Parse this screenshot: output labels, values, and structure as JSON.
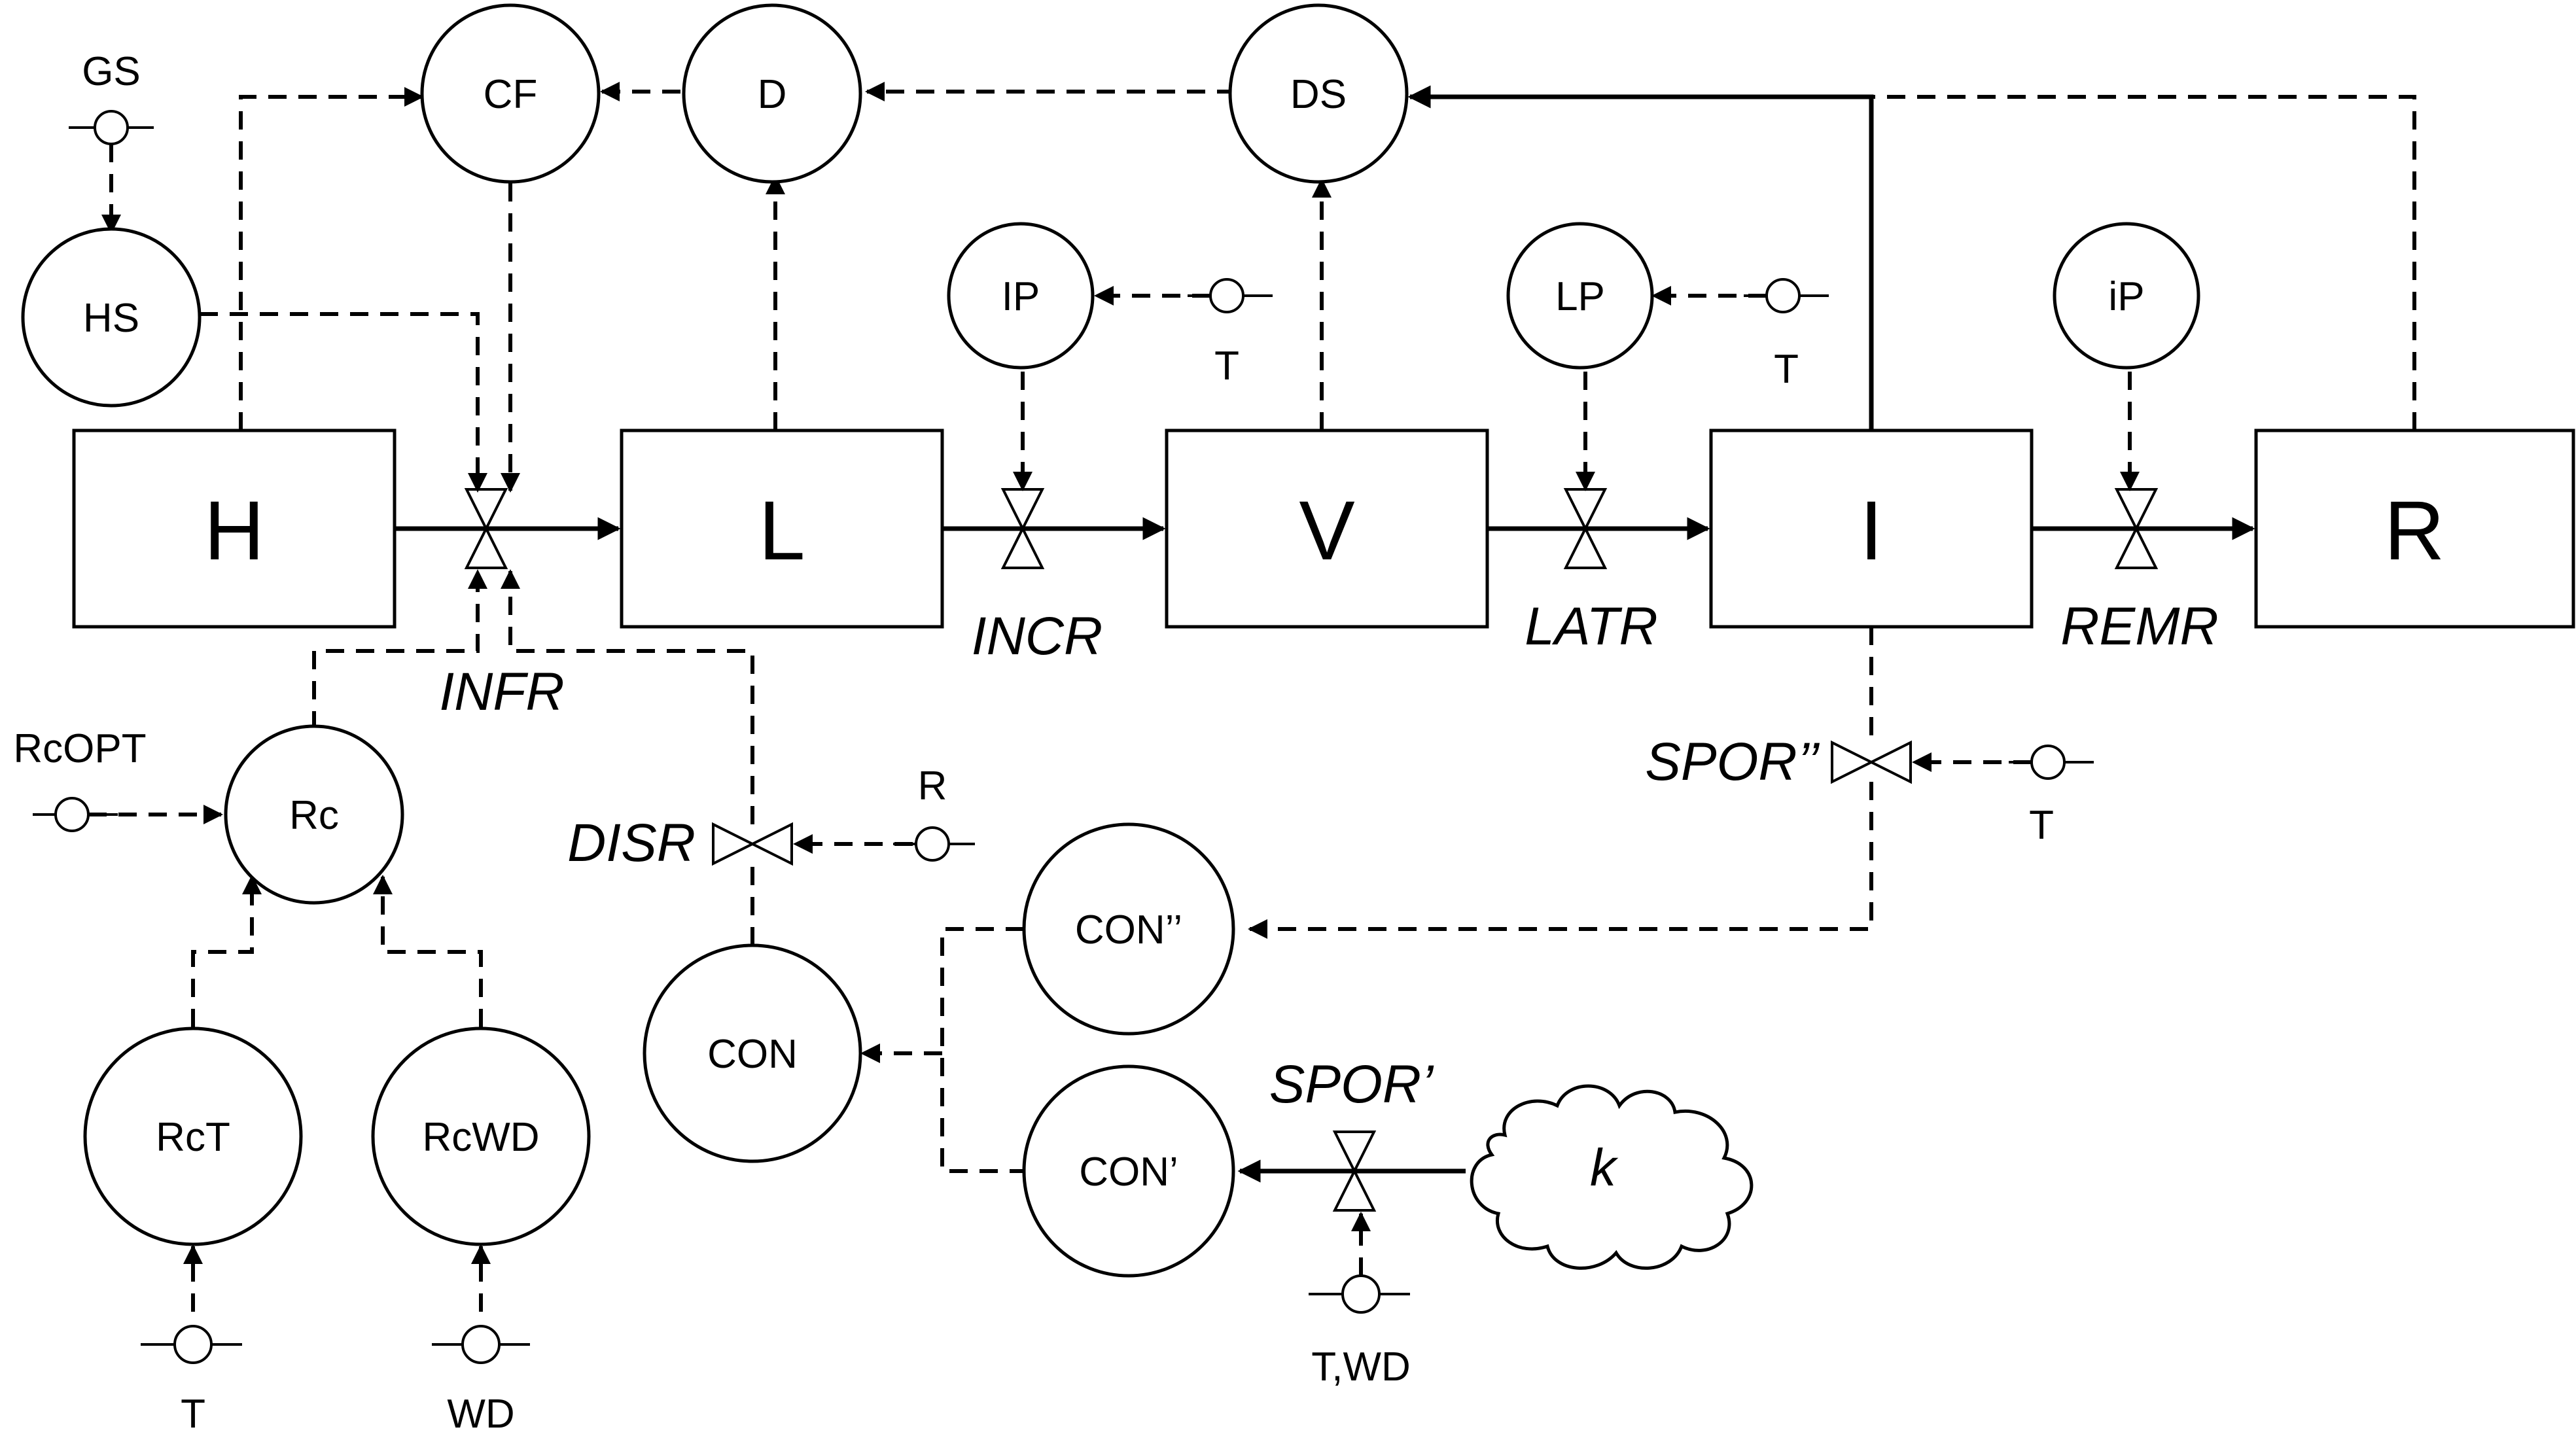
{
  "stocks": {
    "h": "H",
    "l": "L",
    "v": "V",
    "i": "I",
    "r": "R"
  },
  "flows": {
    "infr": "INFR",
    "incr": "INCR",
    "latr": "LATR",
    "remr": "REMR",
    "disr": "DISR",
    "spor1": "SPOR’",
    "spor2": "SPOR’’"
  },
  "auxiliaries": {
    "cf": "CF",
    "d": "D",
    "ds": "DS",
    "hs": "HS",
    "ip": "IP",
    "lp": "LP",
    "ip_small": "iP",
    "rc": "Rc",
    "rct": "RcT",
    "rcwd": "RcWD",
    "con": "CON",
    "con2": "CON’’",
    "con1": "CON’"
  },
  "cloud": {
    "k": "k"
  },
  "drivers": {
    "gs": "GS",
    "t_ip": "T",
    "t_lp": "T",
    "rcopt": "RcOPT",
    "r_disr": "R",
    "t_spor": "T",
    "t_rct": "T",
    "wd_rcwd": "WD",
    "twd_spor": "T,WD"
  },
  "colors": {
    "ink": "#000000",
    "background": "#ffffff"
  }
}
